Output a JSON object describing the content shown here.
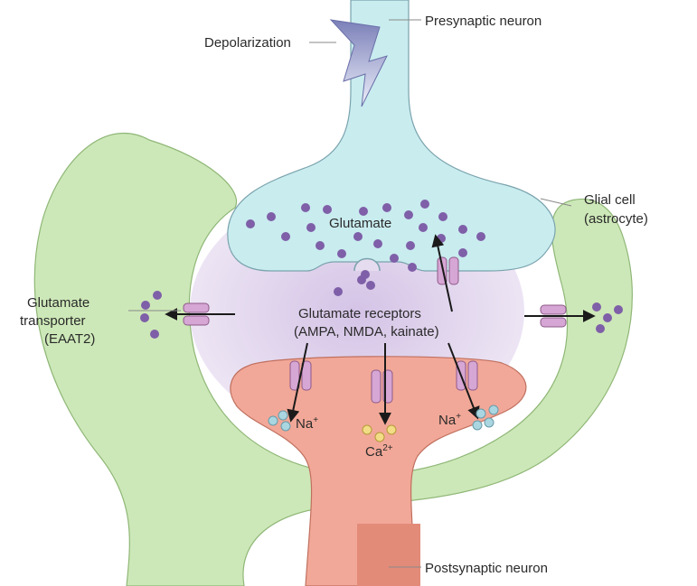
{
  "labels": {
    "presynaptic": "Presynaptic neuron",
    "depolarization": "Depolarization",
    "glial_line1": "Glial cell",
    "glial_line2": "(astrocyte)",
    "glutamate": "Glutamate",
    "transporter_line1": "Glutamate",
    "transporter_line2": "transporter",
    "transporter_line3": "(EAAT2)",
    "receptors_line1": "Glutamate receptors",
    "receptors_line2": "(AMPA, NMDA, kainate)",
    "na_left": "Na",
    "na_right": "Na",
    "ca": "Ca",
    "plus": "+",
    "ca_charge": "2+",
    "postsynaptic": "Postsynaptic neuron"
  },
  "colors": {
    "presynaptic_fill": "#c9ecef",
    "presynaptic_stroke": "#7aa3ad",
    "glial_fill": "#cde8b8",
    "glial_stroke": "#8fb777",
    "cleft_fill": "#e6dcef",
    "postsynaptic_fill": "#f2a898",
    "postsynaptic_stroke": "#c0705f",
    "vesicle": "#7e5fa8",
    "receptor": "#d6a6d4",
    "receptor_stroke": "#8d5a8a",
    "ion_blue": "#a9d6e0",
    "ion_yellow": "#f2dc86"
  },
  "icons": [
    "lightning-bolt-icon",
    "glutamate-transporter-icon",
    "glutamate-receptor-icon",
    "arrow-icon"
  ]
}
